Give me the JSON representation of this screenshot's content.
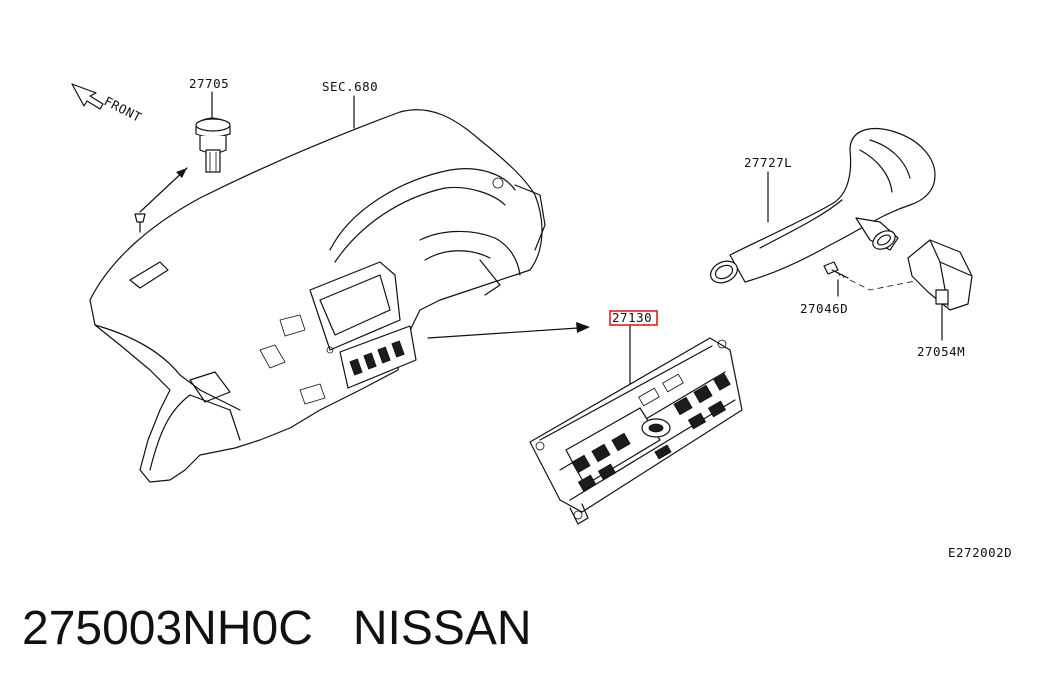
{
  "diagram": {
    "labels": {
      "front": "FRONT",
      "p27705": "27705",
      "sec": "SEC.680",
      "p27727l": "27727L",
      "p27046d": "27046D",
      "p27054m": "27054M",
      "p27130": "27130",
      "code": "E272002D"
    },
    "highlight_color": "#e0201c"
  },
  "caption": {
    "part_number": "275003NH0C",
    "brand": "NISSAN"
  }
}
